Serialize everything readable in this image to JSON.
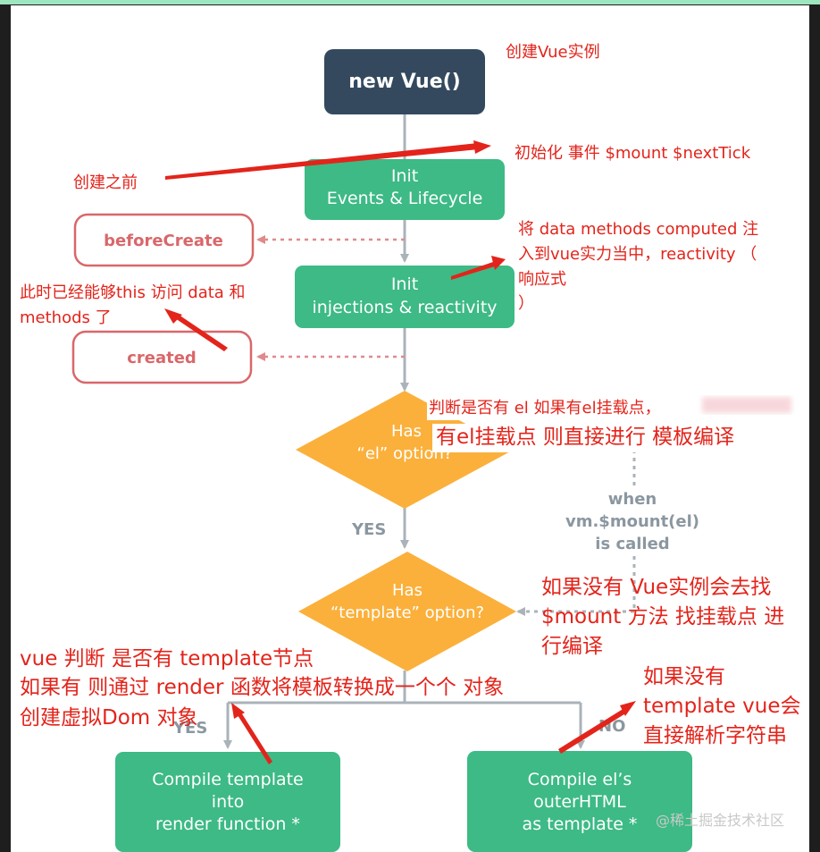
{
  "colors": {
    "navy": "#34495e",
    "green": "#3dba85",
    "orange": "#fbb03b",
    "hook_border": "#d9676a",
    "connector": "#aab3b9",
    "annotation_red": "#e3241b",
    "top_strip": "#9ee6c0"
  },
  "nodes": {
    "new_vue": "new Vue()",
    "init_events": {
      "line1": "Init",
      "line2": "Events & Lifecycle"
    },
    "init_injections": {
      "line1": "Init",
      "line2": "injections & reactivity"
    },
    "before_create": "beforeCreate",
    "created": "created",
    "has_el": {
      "line1": "Has",
      "line2": "“el” option?"
    },
    "has_template": {
      "line1": "Has",
      "line2": "“template” option?"
    },
    "compile_template": {
      "line1": "Compile template",
      "line2": "into",
      "line3": "render function *"
    },
    "compile_el": {
      "line1": "Compile el’s",
      "line2": "outerHTML",
      "line3": "as template *"
    }
  },
  "labels": {
    "yes_1": "YES",
    "no_1": "NO",
    "yes_2": "YES",
    "no_2": "NO",
    "when_mount": {
      "line1": "when",
      "line2": "vm.$mount(el)",
      "line3": "is called"
    }
  },
  "annotations": {
    "create_instance": "创建Vue实例",
    "init_desc": "初始化 事件  $mount  $nextTick",
    "before_create_note": "创建之前",
    "inject_note": {
      "line1": "将 data methods  computed 注",
      "line2": "入到vue实力当中，reactivity （",
      "line3": "响应式",
      "line4": "）"
    },
    "created_note": {
      "line1": "此时已经能够this 访问 data  和",
      "line2": "methods 了"
    },
    "el_judge": "判断是否有 el 如果有el挂载点，",
    "el_compile": "有el挂载点 则直接进行 模板编译",
    "no_el": {
      "line1": "如果没有 Vue实例会去找",
      "line2": "$mount 方法 找挂载点 进",
      "line3": "行编译"
    },
    "template_judge": {
      "line1": "vue 判断 是否有 template节点",
      "line2": "如果有 则通过 render 函数将模板转换成一个个 对象",
      "line3": "创建虚拟Dom 对象"
    },
    "no_template": {
      "line1": "如果没有",
      "line2": "template vue会",
      "line3": "直接解析字符串"
    }
  },
  "watermark": "@稀土掘金技术社区"
}
